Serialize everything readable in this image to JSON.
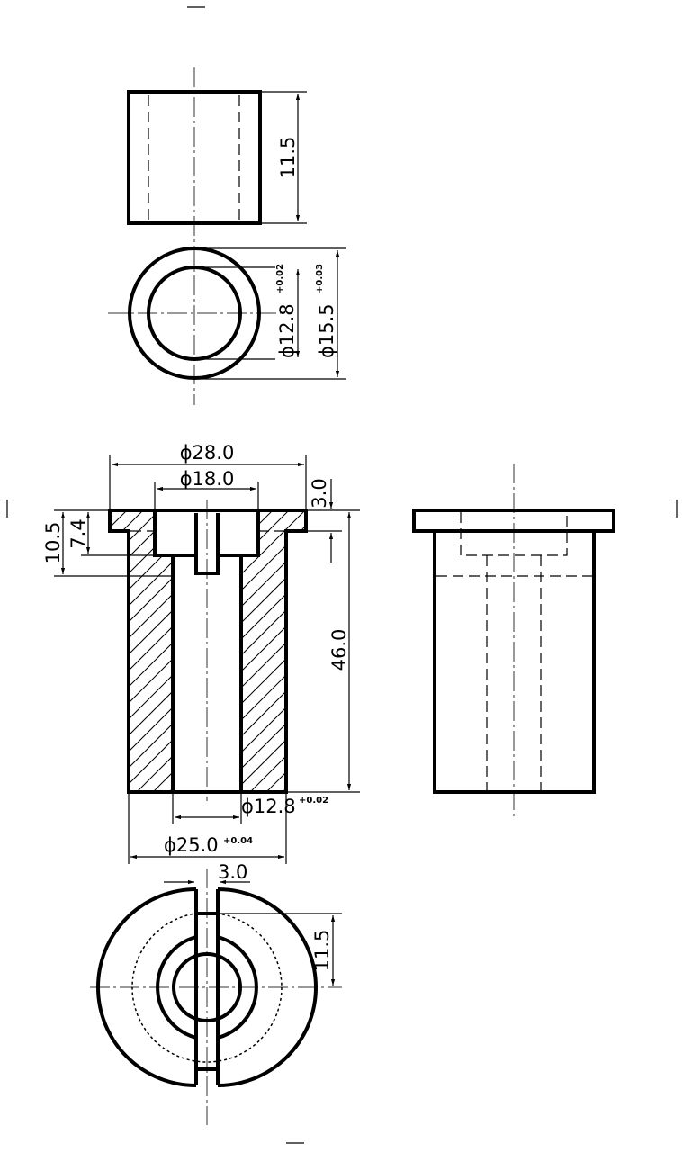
{
  "colors": {
    "line": "#000000",
    "background": "#ffffff"
  },
  "views": {
    "sleeve_front": {
      "height_dim": "11.5"
    },
    "sleeve_top": {
      "inner_dia": "ϕ12.8",
      "inner_tol": "+0.02",
      "outer_dia": "ϕ15.5",
      "outer_tol": "+0.03"
    },
    "section": {
      "flange_dia": "ϕ28.0",
      "counterbore_dia": "ϕ18.0",
      "flange_thickness": "3.0",
      "depth_total": "10.5",
      "counterbore_depth": "7.4",
      "body_length": "46.0",
      "bore_dia": "ϕ12.8",
      "bore_tol": "+0.02",
      "body_dia": "ϕ25.0",
      "body_tol": "+0.04"
    },
    "bottom": {
      "slot_width": "3.0",
      "offset": "11.5"
    }
  }
}
